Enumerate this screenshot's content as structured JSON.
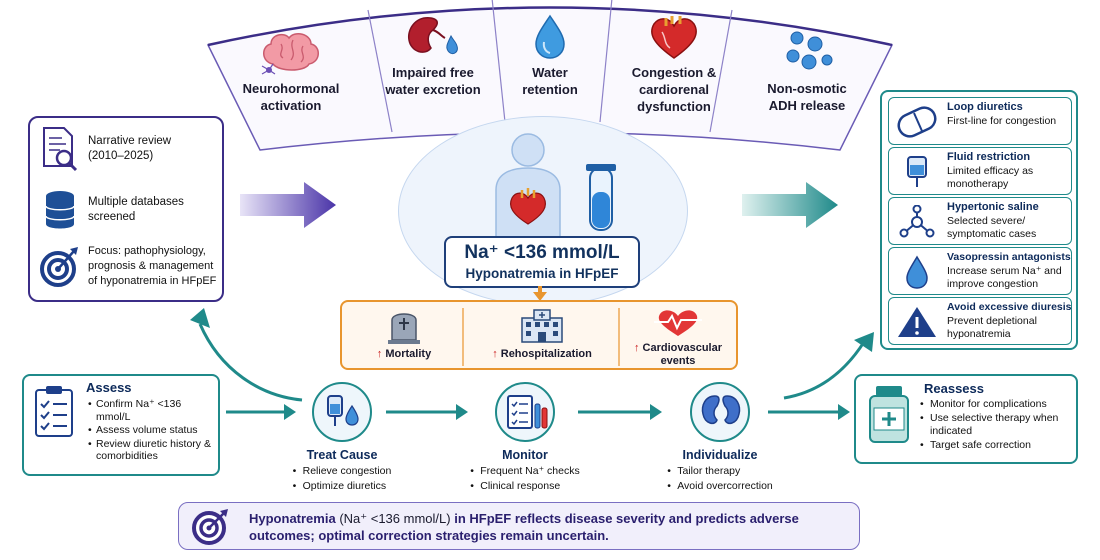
{
  "mechanisms": [
    {
      "icon": "brain-icon",
      "label_lines": [
        "Neurohormonal",
        "activation"
      ]
    },
    {
      "icon": "kidney-icon",
      "label_lines": [
        "Impaired free",
        "water excretion"
      ]
    },
    {
      "icon": "water-drop-icon",
      "label_lines": [
        "Water",
        "retention"
      ]
    },
    {
      "icon": "heart-icon",
      "label_lines": [
        "Congestion &",
        "cardiorenal",
        "dysfunction"
      ]
    },
    {
      "icon": "bubbles-icon",
      "label_lines": [
        "Non-osmotic",
        "ADH release"
      ]
    }
  ],
  "review": {
    "items": [
      {
        "icon": "document-search-icon",
        "text": [
          "Narrative review",
          "(2010–2025)"
        ]
      },
      {
        "icon": "database-icon",
        "text": [
          "Multiple databases",
          "screened"
        ]
      },
      {
        "icon": "target-icon",
        "text": [
          "Focus: pathophysiology,",
          "prognosis & management",
          "of hyponatremia in HFpEF"
        ]
      }
    ]
  },
  "center": {
    "main": "Na⁺ <136 mmol/L",
    "sub": "Hyponatremia in HFpEF"
  },
  "outcomes": [
    {
      "icon": "tombstone-icon",
      "arrow": "↑",
      "label": [
        "Mortality"
      ]
    },
    {
      "icon": "hospital-icon",
      "arrow": "↑",
      "label": [
        "Rehospitalization"
      ]
    },
    {
      "icon": "heartbeat-icon",
      "arrow": "↑",
      "label": [
        "Cardiovascular",
        "events"
      ]
    }
  ],
  "treatments": [
    {
      "icon": "pill-icon",
      "title": "Loop diuretics",
      "desc": [
        "First-line for congestion"
      ]
    },
    {
      "icon": "iv-bag-icon",
      "title": "Fluid restriction",
      "desc": [
        "Limited efficacy as",
        "monotherapy"
      ]
    },
    {
      "icon": "molecule-icon",
      "title": "Hypertonic saline",
      "desc": [
        "Selected severe/",
        "symptomatic cases"
      ]
    },
    {
      "icon": "drop-icon",
      "title": "Vasopressin antagonists",
      "desc": [
        "Increase serum Na⁺ and",
        "improve congestion"
      ]
    },
    {
      "icon": "warning-icon",
      "title": "Avoid excessive diuresis",
      "desc": [
        "Prevent depletional",
        "hyponatremia"
      ]
    }
  ],
  "assess": {
    "title": "Assess",
    "items": [
      "Confirm Na⁺ <136 mmol/L",
      "Assess volume status",
      "Review diuretic history & comorbidities"
    ]
  },
  "steps": [
    {
      "icon": "iv-drip-icon",
      "title": "Treat Cause",
      "items": [
        "Relieve congestion",
        "Optimize diuretics"
      ]
    },
    {
      "icon": "checklist-tubes-icon",
      "title": "Monitor",
      "items": [
        "Frequent Na⁺ checks",
        "Clinical response"
      ]
    },
    {
      "icon": "kidneys-icon",
      "title": "Individualize",
      "items": [
        "Tailor therapy",
        "Avoid overcorrection"
      ]
    }
  ],
  "reassess": {
    "title": "Reassess",
    "items": [
      "Monitor for complications",
      "Use selective therapy when indicated",
      "Target safe correction"
    ]
  },
  "conclusion": {
    "bold1": "Hyponatremia",
    "normal1": " (Na⁺ <136 mmol/L) ",
    "bold2": "in HFpEF reflects disease severity and predicts adverse outcomes; optimal correction strategies remain uncertain."
  },
  "colors": {
    "purple": "#3b2d87",
    "teal": "#1f8a8a",
    "navy": "#12325e",
    "orange": "#e8952e",
    "red": "#cc2222"
  }
}
